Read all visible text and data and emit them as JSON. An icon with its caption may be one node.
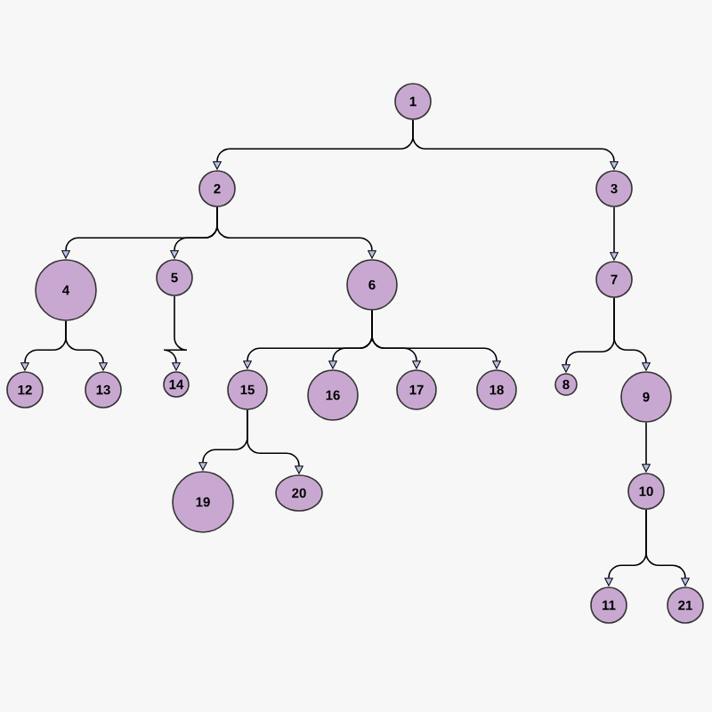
{
  "diagram": {
    "nodes": [
      {
        "text": [
          "1"
        ]
      },
      {
        "text": [
          "2"
        ]
      },
      {
        "text": [
          "3"
        ]
      },
      {
        "text": [
          "4"
        ]
      },
      {
        "text": [
          "5"
        ]
      },
      {
        "text": [
          "6"
        ]
      },
      {
        "text": [
          "7"
        ]
      },
      {
        "text": [
          "8"
        ]
      },
      {
        "text": [
          "9"
        ]
      },
      {
        "text": [
          "10"
        ]
      },
      {
        "text": [
          "11"
        ]
      },
      {
        "text": [
          "12"
        ]
      },
      {
        "text": [
          "13"
        ]
      },
      {
        "text": [
          "14"
        ]
      },
      {
        "text": [
          "15"
        ]
      },
      {
        "text": [
          "16"
        ]
      },
      {
        "text": [
          "17"
        ]
      },
      {
        "text": [
          "18"
        ]
      },
      {
        "text": [
          "19"
        ]
      },
      {
        "text": [
          "20"
        ]
      },
      {
        "text": [
          "21"
        ]
      }
    ],
    "edges": [
      {
        "from": 0,
        "to": 1,
        "arrow": "to"
      },
      {
        "from": 0,
        "to": 2,
        "arrow": "to"
      },
      {
        "from": 1,
        "to": 3,
        "arrow": "to"
      },
      {
        "from": 1,
        "to": 4,
        "arrow": "to"
      },
      {
        "from": 1,
        "to": 5,
        "arrow": "to"
      },
      {
        "from": 2,
        "to": 6,
        "arrow": "to"
      },
      {
        "from": 3,
        "to": 11,
        "arrow": "to"
      },
      {
        "from": 3,
        "to": 12,
        "arrow": "to"
      },
      {
        "from": 4,
        "to": 13,
        "arrow": "to"
      },
      {
        "from": 5,
        "to": 14,
        "arrow": "to"
      },
      {
        "from": 5,
        "to": 15,
        "arrow": "to"
      },
      {
        "from": 5,
        "to": 16,
        "arrow": "to"
      },
      {
        "from": 5,
        "to": 17,
        "arrow": "to"
      },
      {
        "from": 6,
        "to": 7,
        "arrow": "to"
      },
      {
        "from": 6,
        "to": 8,
        "arrow": "to"
      },
      {
        "from": 8,
        "to": 9,
        "arrow": "to"
      },
      {
        "from": 9,
        "to": 10,
        "arrow": "to"
      },
      {
        "from": 9,
        "to": 20,
        "arrow": "to"
      },
      {
        "from": 14,
        "to": 18,
        "arrow": "to"
      },
      {
        "from": 14,
        "to": 19,
        "arrow": "to"
      }
    ]
  }
}
